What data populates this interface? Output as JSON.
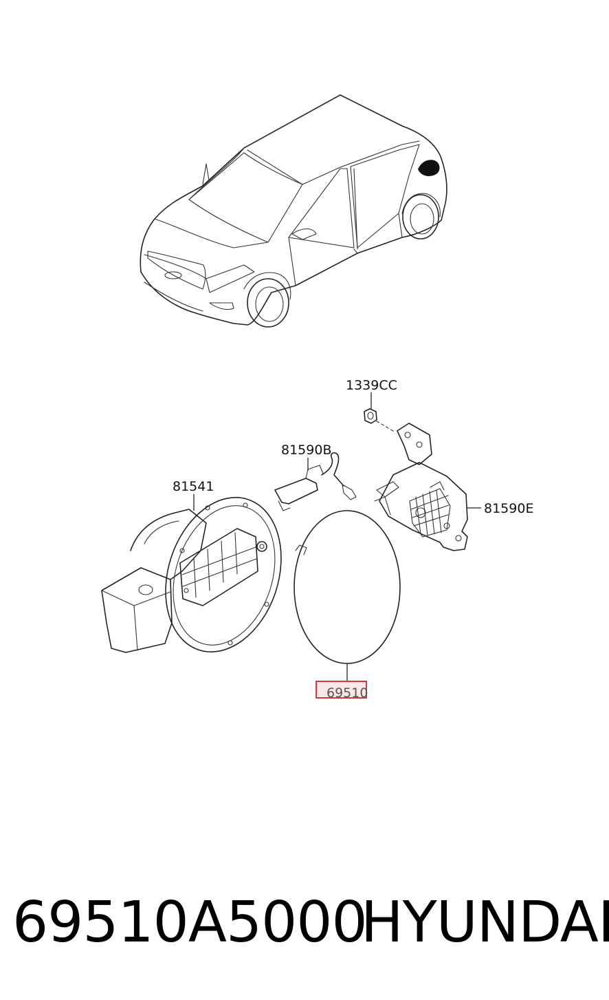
{
  "callouts": {
    "nut": "1339CC",
    "cable": "81590B",
    "housing": "81541",
    "actuator": "81590E",
    "fuel_door": "69510"
  },
  "highlight_color": "#d9363e",
  "footer": {
    "part_number": "69510A5000",
    "brand": "HYUNDAI"
  }
}
